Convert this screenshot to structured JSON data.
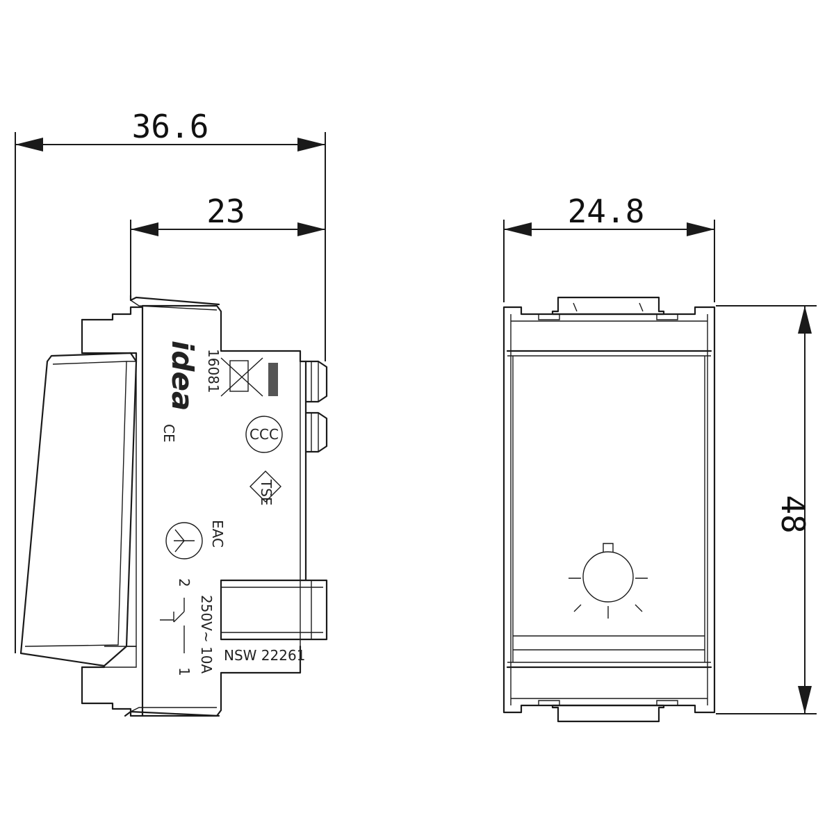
{
  "dimensions": {
    "overall_depth": "36.6",
    "body_depth": "23",
    "width": "24.8",
    "height": "48"
  },
  "markings": {
    "brand": "idea",
    "code": "16081",
    "ce": "CE",
    "eac": "EAC",
    "tse": "TSE",
    "ccc": "CCC",
    "rating_current": "10A",
    "rating_voltage": "250V~",
    "terminal_1": "1",
    "terminal_2": "2",
    "nsw": "NSW 22261"
  }
}
